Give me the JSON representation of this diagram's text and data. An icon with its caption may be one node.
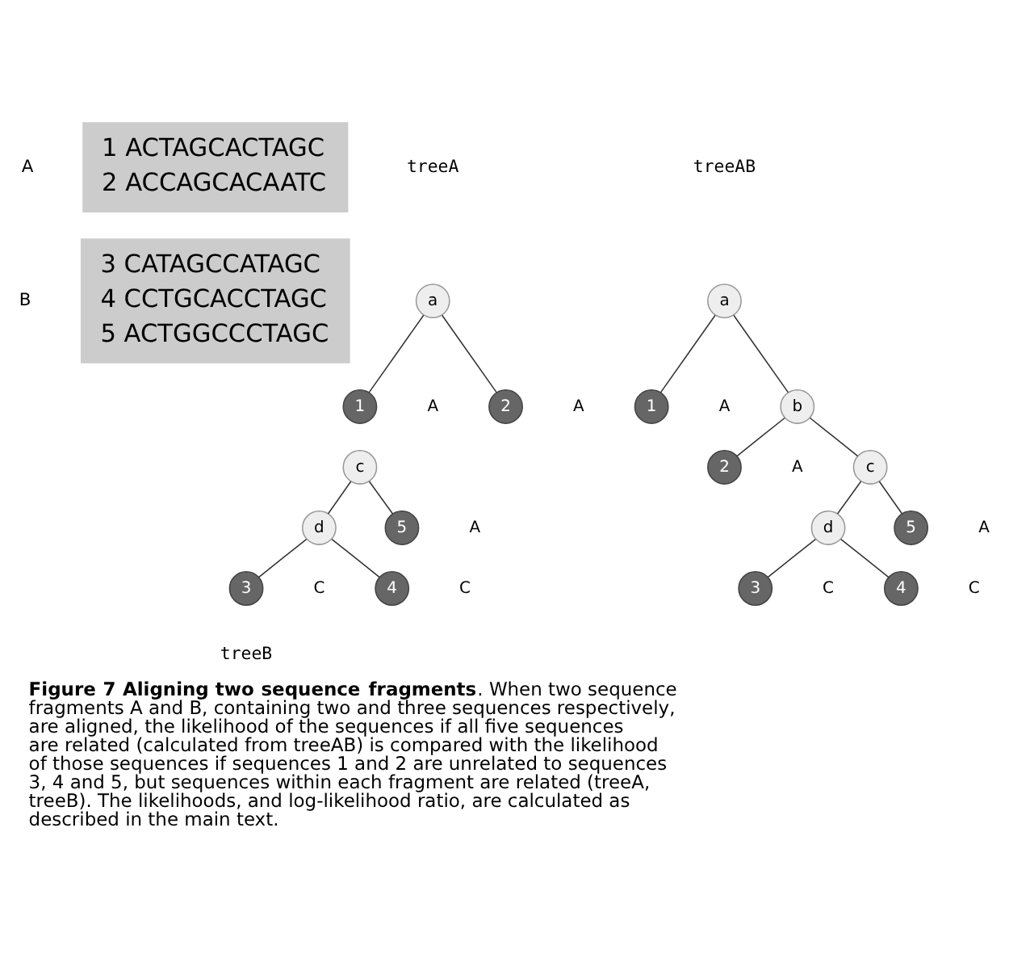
{
  "diagram": {
    "caption": "**Figure 7 Aligning two sequence fragments**. When two sequence fragments A and B, containing two and three sequences respectively, are aligned, the likelihood of the sequences if all five sequences are related (calculated from treeAB) is compared with the likelihood of those sequences if sequences 1 and 2 are unrelated to sequences 3, 4 and 5, but sequences within each fragment are related (treeA, treeB). The likelihoods, and log-likelihood ratio, are calculated as described in the main text.",
    "nodes": [
      {
        "text": [
          "1 ACTAGCACTAGC",
          "2 ACCAGCACAATC"
        ],
        "beside": [
          "A"
        ]
      },
      {
        "text": [
          "3 CATAGCCATAGC",
          "4 CCTGCACCTAGC",
          "5 ACTGGCCCTAGC"
        ],
        "beside": [
          "B"
        ]
      },
      {
        "text": [
          "a"
        ]
      },
      {
        "text": [
          "1"
        ],
        "beside": [
          "A"
        ]
      },
      {
        "text": [
          "2"
        ],
        "beside": [
          "A"
        ]
      },
      {
        "text": [
          "c"
        ]
      },
      {
        "text": [
          "d"
        ]
      },
      {
        "text": [
          "5"
        ],
        "beside": [
          "A"
        ]
      },
      {
        "text": [
          "3"
        ],
        "beside": [
          "C"
        ]
      },
      {
        "text": [
          "4"
        ],
        "beside": [
          "C"
        ]
      },
      {
        "text": [
          "a"
        ]
      },
      {
        "text": [
          "1"
        ],
        "beside": [
          "A"
        ]
      },
      {
        "text": [
          "b"
        ]
      },
      {
        "text": [
          "2"
        ],
        "beside": [
          "A"
        ]
      },
      {
        "text": [
          "c"
        ]
      },
      {
        "text": [
          "d"
        ]
      },
      {
        "text": [
          "5"
        ],
        "beside": [
          "A"
        ]
      },
      {
        "text": [
          "3"
        ],
        "beside": [
          "C"
        ]
      },
      {
        "text": [
          "4"
        ],
        "beside": [
          "C"
        ]
      }
    ],
    "edges": [
      {
        "from": 2,
        "to": 3,
        "arrow": "none"
      },
      {
        "from": 2,
        "to": 4,
        "arrow": "none"
      },
      {
        "from": 5,
        "to": 6,
        "arrow": "none"
      },
      {
        "from": 5,
        "to": 7,
        "arrow": "none"
      },
      {
        "from": 6,
        "to": 8,
        "arrow": "none"
      },
      {
        "from": 6,
        "to": 9,
        "arrow": "none"
      },
      {
        "from": 10,
        "to": 11,
        "arrow": "none"
      },
      {
        "from": 10,
        "to": 12,
        "arrow": "none"
      },
      {
        "from": 12,
        "to": 13,
        "arrow": "none"
      },
      {
        "from": 12,
        "to": 14,
        "arrow": "none"
      },
      {
        "from": 14,
        "to": 15,
        "arrow": "none"
      },
      {
        "from": 14,
        "to": 16,
        "arrow": "none"
      },
      {
        "from": 15,
        "to": 17,
        "arrow": "none"
      },
      {
        "from": 15,
        "to": 18,
        "arrow": "none"
      }
    ],
    "labels": [
      "treeA",
      "treeAB",
      "treeB"
    ]
  }
}
